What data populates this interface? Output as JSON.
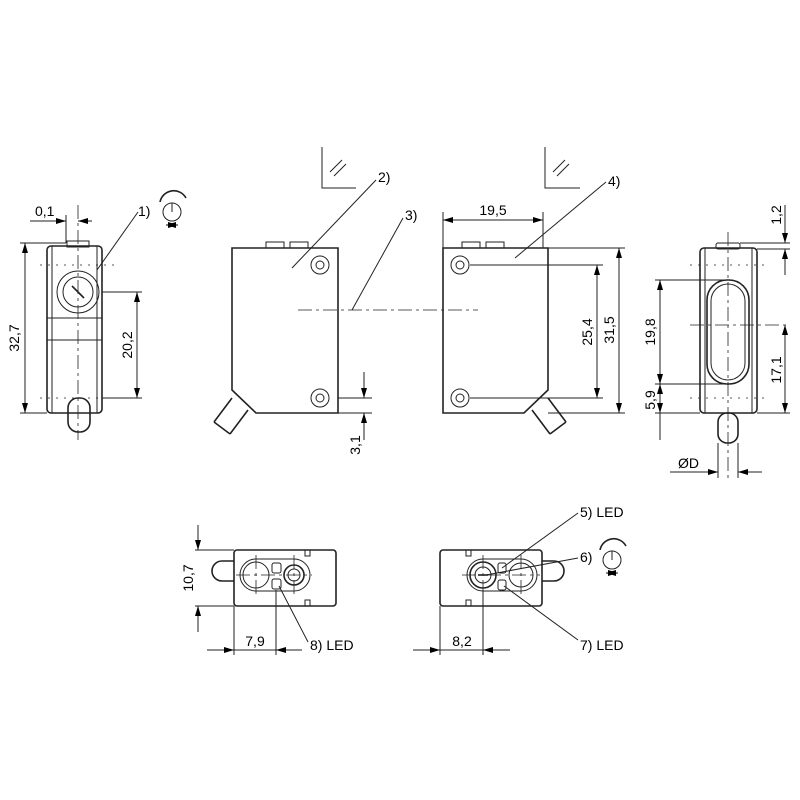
{
  "labels": {
    "l1": "1)",
    "l2": "2)",
    "l3": "3)",
    "l4": "4)",
    "l5": "5) LED",
    "l6": "6)",
    "l7": "7) LED",
    "l8": "8) LED"
  },
  "dimensions": {
    "d0_1": "0,1",
    "d32_7": "32,7",
    "d20_2": "20,2",
    "d3_1": "3,1",
    "d19_5": "19,5",
    "d25_4": "25,4",
    "d31_5": "31,5",
    "d1_2": "1,2",
    "d19_8": "19,8",
    "d5_9": "5,9",
    "d17_1": "17,1",
    "dD": "ØD",
    "d10_7": "10,7",
    "d7_9": "7,9",
    "d8_2": "8,2"
  },
  "icons": [
    "potentiometer-icon",
    "reflector-symbol-icon"
  ]
}
